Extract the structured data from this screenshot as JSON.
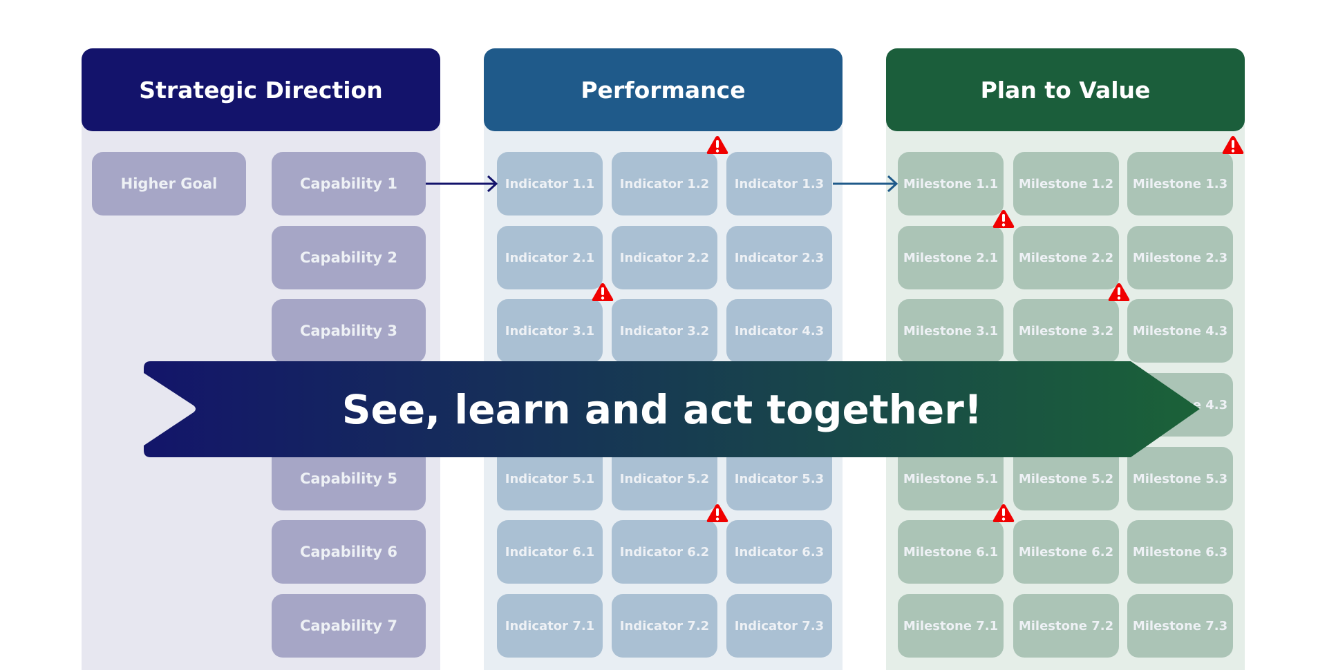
{
  "columns": [
    {
      "title": "Strategic Direction",
      "color": "#13136b"
    },
    {
      "title": "Performance",
      "color": "#1f5a8a"
    },
    {
      "title": "Plan to Value",
      "color": "#1b5e3b"
    }
  ],
  "higher_goal": "Higher Goal",
  "capabilities": [
    "Capability 1",
    "Capability 2",
    "Capability 3",
    "",
    "Capability 5",
    "Capability 6",
    "Capability 7"
  ],
  "indicators": [
    [
      "Indicator 1.1",
      "Indicator 1.2",
      "Indicator 1.3"
    ],
    [
      "Indicator 2.1",
      "Indicator 2.2",
      "Indicator 2.3"
    ],
    [
      "Indicator 3.1",
      "Indicator 3.2",
      "Indicator 4.3"
    ],
    [
      "",
      "",
      ""
    ],
    [
      "Indicator 5.1",
      "Indicator 5.2",
      "Indicator 5.3"
    ],
    [
      "Indicator 6.1",
      "Indicator 6.2",
      "Indicator 6.3"
    ],
    [
      "Indicator 7.1",
      "Indicator 7.2",
      "Indicator 7.3"
    ]
  ],
  "milestones": [
    [
      "Milestone 1.1",
      "Milestone 1.2",
      "Milestone 1.3"
    ],
    [
      "Milestone 2.1",
      "Milestone 2.2",
      "Milestone 2.3"
    ],
    [
      "Milestone 3.1",
      "Milestone 3.2",
      "Milestone 4.3"
    ],
    [
      "",
      "",
      "Milestone 4.3"
    ],
    [
      "Milestone 5.1",
      "Milestone 5.2",
      "Milestone 5.3"
    ],
    [
      "Milestone 6.1",
      "Milestone 6.2",
      "Milestone 6.3"
    ],
    [
      "Milestone 7.1",
      "Milestone 7.2",
      "Milestone 7.3"
    ]
  ],
  "warnings": {
    "indicators": [
      "Indicator 1.2",
      "Indicator 3.1",
      "Indicator 6.2"
    ],
    "milestones": [
      "Milestone 1.3",
      "Milestone 2.1",
      "Milestone 3.2",
      "Milestone 6.1"
    ],
    "icon": "warning-triangle-icon",
    "color": "#f00000"
  },
  "banner": {
    "text": "See, learn and act together!",
    "gradient": [
      "#13156a",
      "#1b6238"
    ]
  }
}
